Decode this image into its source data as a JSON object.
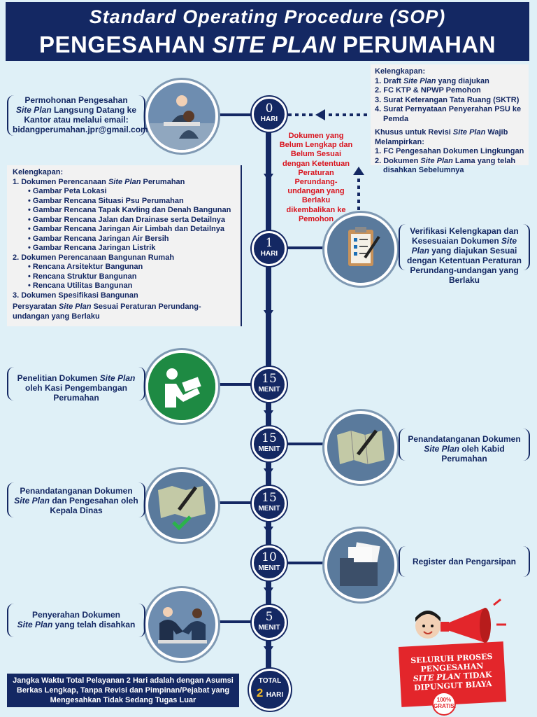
{
  "header": {
    "line1": "Standard Operating Procedure (SOP)",
    "line2_pre": "PENGESAHAN ",
    "line2_italic": "SITE PLAN",
    "line2_post": " PERUMAHAN"
  },
  "colors": {
    "navy": "#142863",
    "background": "#dff0f7",
    "red": "#d9141e",
    "panel": "#f2f2f2"
  },
  "steps": [
    {
      "num": "0",
      "unit": "HARI"
    },
    {
      "num": "1",
      "unit": "HARI"
    },
    {
      "num": "15",
      "unit": "MENIT"
    },
    {
      "num": "15",
      "unit": "MENIT"
    },
    {
      "num": "15",
      "unit": "MENIT"
    },
    {
      "num": "10",
      "unit": "MENIT"
    },
    {
      "num": "5",
      "unit": "MENIT"
    }
  ],
  "total": {
    "label": "TOTAL",
    "num": "2",
    "unit": "HARI"
  },
  "left_texts": {
    "s0_a": "Permohonan Pengesahan",
    "s0_b": "Site Plan",
    "s0_c": " Langsung Datang ke Kantor atau melalui email:",
    "s0_email": "bidangperumahan.jpr@gmail.com",
    "s2_a": "Penelitian Dokumen ",
    "s2_b": "Site Plan",
    "s2_c": " oleh Kasi Pengembangan Perumahan",
    "s4_a": "Penandatanganan Dokumen",
    "s4_b": "Site Plan",
    "s4_c": " dan Pengesahan oleh Kepala Dinas",
    "s6_a": "Penyerahan Dokumen",
    "s6_b": "Site Plan",
    "s6_c": " yang telah disahkan"
  },
  "right_texts": {
    "s1_a": "Verifikasi Kelengkapan dan Kesesuaian Dokumen ",
    "s1_b": "Site Plan",
    "s1_c": " yang diajukan Sesuai dengan Ketentuan Peraturan Perundang-undangan yang Berlaku",
    "s3_a": "Penandatanganan Dokumen",
    "s3_b": "Site Plan",
    "s3_c": " oleh Kabid Perumahan",
    "s5": "Register dan Pengarsipan"
  },
  "right_panel": {
    "title": "Kelengkapan:",
    "items": [
      {
        "pre": "1. Draft ",
        "it": "Site Plan",
        "post": " yang diajukan"
      },
      {
        "pre": "2. FC KTP & NPWP Pemohon",
        "it": "",
        "post": ""
      },
      {
        "pre": "3. Surat Keterangan Tata Ruang (SKTR)",
        "it": "",
        "post": ""
      },
      {
        "pre": "4. Surat Pernyataan Penyerahan PSU ke Pemda",
        "it": "",
        "post": ""
      }
    ],
    "rev_pre": "Khusus untuk Revisi ",
    "rev_it": "Site Plan",
    "rev_post": " Wajib Melampirkan:",
    "rev_items": [
      {
        "pre": "1. FC Pengesahan Dokumen Lingkungan",
        "it": "",
        "post": ""
      },
      {
        "pre": "2. Dokumen ",
        "it": "Site Plan",
        "post": " Lama yang telah disahkan Sebelumnya"
      }
    ]
  },
  "left_panel": {
    "title": "Kelengkapan:",
    "doc1_pre": "1.  Dokumen Perencanaan ",
    "doc1_it": "Site Plan",
    "doc1_post": " Perumahan",
    "doc1_items": [
      "Gambar Peta Lokasi",
      "Gambar Rencana Situasi Psu Perumahan",
      "Gambar Rencana Tapak Kavling dan Denah Bangunan",
      "Gambar Rencana Jalan dan Drainase serta Detailnya",
      "Gambar Rencana Jaringan Air Limbah dan Detailnya",
      "Gambar Rencana Jaringan Air Bersih",
      "Gambar Rencana Jaringan Listrik"
    ],
    "doc2": "2.  Dokumen Perencanaan Bangunan Rumah",
    "doc2_items": [
      "Rencana Arsitektur Bangunan",
      "Rencana Struktur Bangunan",
      "Rencana Utilitas Bangunan"
    ],
    "doc3": "3.  Dokumen Spesifikasi Bangunan",
    "req_pre": "Persyaratan ",
    "req_it": "Site Plan",
    "req_post": " Sesuai Peraturan Perundang-undangan yang Berlaku"
  },
  "red_note": "Dokumen yang Belum Lengkap dan Belum Sesuai dengan Ketentuan Peraturan Perundang-undangan yang Berlaku dikembalikan ke Pemohon",
  "bottom_note": "Jangka Waktu Total Pelayanan 2 Hari adalah dengan Asumsi Berkas Lengkap, Tanpa Revisi dan Pimpinan/Pejabat yang Mengesahkan Tidak Sedang Tugas Luar",
  "badge": {
    "l1": "SELURUH PROSES",
    "l2": "PENGESAHAN",
    "l3": "SITE PLAN",
    "l3b": " TIDAK",
    "l4": "DIPUNGUT BIAYA",
    "stamp": "100%",
    "stamp2": "GRATIS!"
  }
}
